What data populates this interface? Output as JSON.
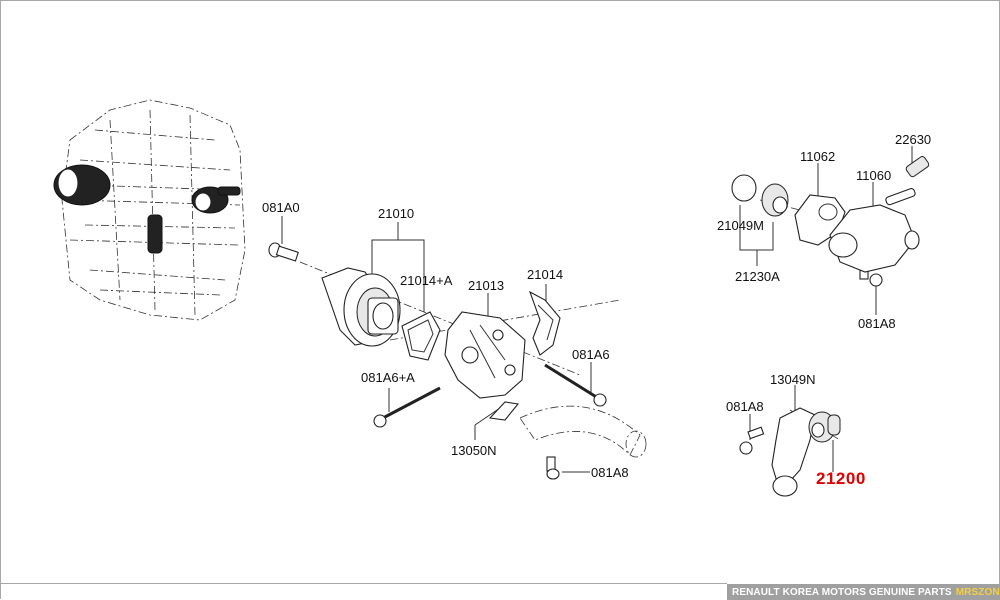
{
  "diagram": {
    "title": "Water pump & thermostat parts diagram",
    "labels": {
      "p081A0": "081A0",
      "p21010": "21010",
      "p21014A": "21014+A",
      "p21013": "21013",
      "p21014": "21014",
      "p081A6": "081A6",
      "p081A6A": "081A6+A",
      "p13050N": "13050N",
      "p081A8_lower": "081A8",
      "p11062": "11062",
      "p22630": "22630",
      "p11060": "11060",
      "p21049M": "21049M",
      "p21230A": "21230A",
      "p081A8_upper": "081A8",
      "p13049N": "13049N",
      "p081A8_right": "081A8",
      "p21200": "21200"
    },
    "highlight_color": "#e00000"
  },
  "footer": {
    "text": "RENAULT KOREA MOTORS GENUINE PARTS",
    "brand": "MRSZONE",
    "accent_color": "#f4d03f",
    "bg_color": "#a0a0a0"
  }
}
